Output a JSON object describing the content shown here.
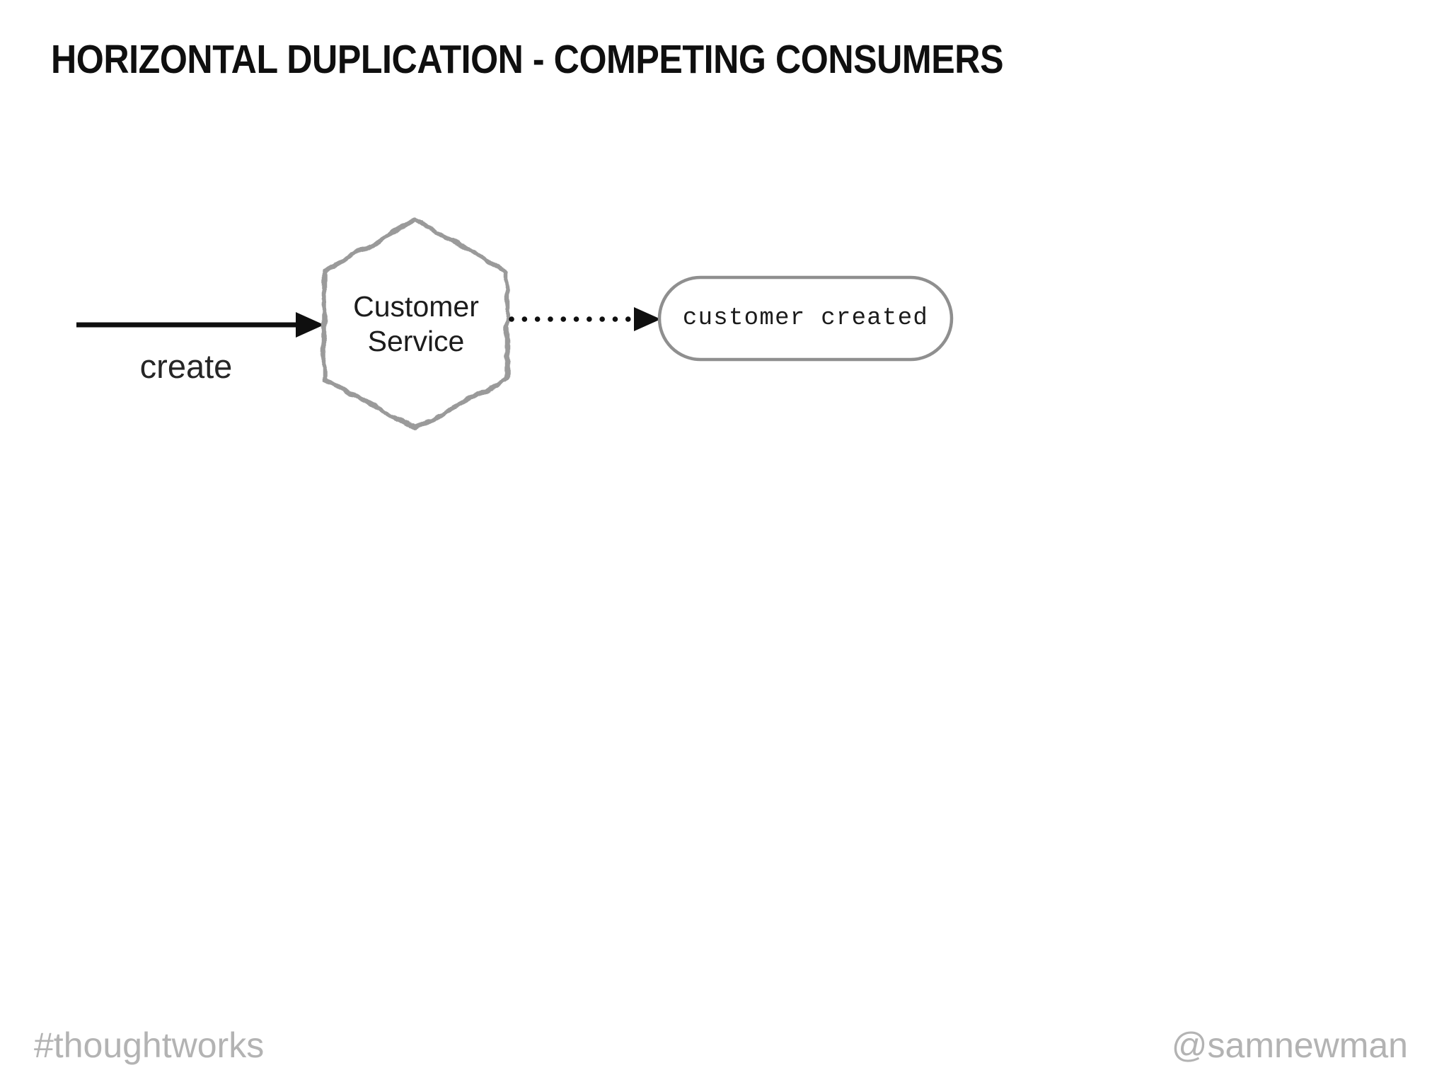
{
  "slide": {
    "title": "HORIZONTAL DUPLICATION - COMPETING CONSUMERS",
    "background_color": "#ffffff"
  },
  "diagram": {
    "create_label": "create",
    "service_label": "Customer Service",
    "event_label": "customer created",
    "colors": {
      "arrow": "#0f0f0f",
      "hexagon_border": "#9a9a9a",
      "pill_border": "#8f8f8f",
      "node_text": "#1c1c1c",
      "label_text": "#262626"
    }
  },
  "footer": {
    "hashtag": "#thoughtworks",
    "handle": "@samnewman",
    "color": "#b3b3b3"
  }
}
